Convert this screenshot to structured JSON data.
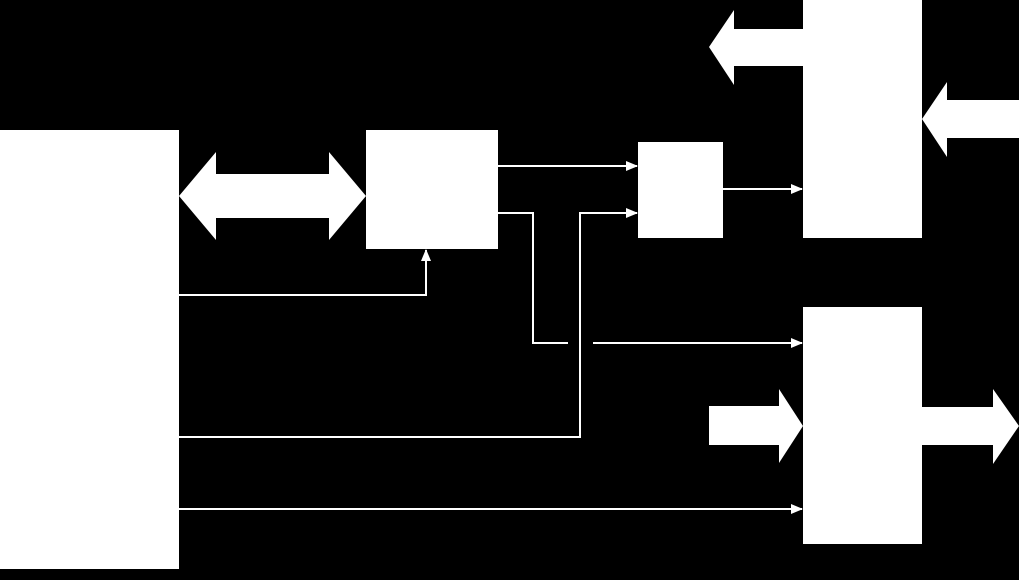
{
  "colors": {
    "background": "#000000",
    "foreground": "#ffffff"
  },
  "blocks": [
    {
      "id": "left-block"
    },
    {
      "id": "center-block"
    },
    {
      "id": "small-block"
    },
    {
      "id": "top-right-block"
    },
    {
      "id": "bottom-right-block"
    }
  ],
  "connections": [
    {
      "from": "left-block",
      "to": "center-block",
      "kind": "bidirectional-bus"
    },
    {
      "from": "left-block",
      "to": "center-block",
      "kind": "signal"
    },
    {
      "from": "center-block",
      "to": "small-block",
      "kind": "signal"
    },
    {
      "from": "center-block",
      "to": "bottom-right-block",
      "kind": "signal"
    },
    {
      "from": "left-block",
      "to": "small-block",
      "kind": "signal"
    },
    {
      "from": "left-block",
      "to": "bottom-right-block",
      "kind": "signal"
    },
    {
      "from": "small-block",
      "to": "top-right-block",
      "kind": "signal"
    },
    {
      "from": "top-right-block",
      "to": "outside-left",
      "kind": "bus-output"
    },
    {
      "from": "outside-right",
      "to": "top-right-block",
      "kind": "bus-input"
    },
    {
      "from": "outside-left",
      "to": "bottom-right-block",
      "kind": "bus-input"
    },
    {
      "from": "bottom-right-block",
      "to": "outside-right",
      "kind": "bus-output"
    }
  ]
}
